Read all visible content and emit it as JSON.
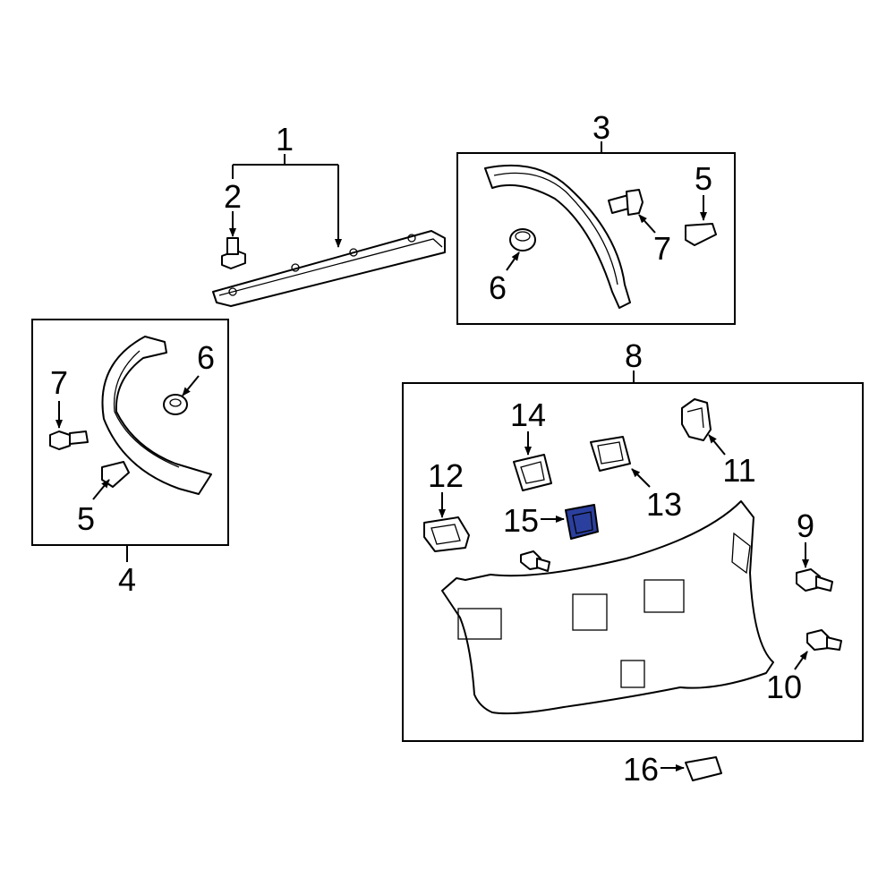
{
  "diagram": {
    "callouts": [
      "1",
      "2",
      "3",
      "4",
      "5",
      "5",
      "6",
      "6",
      "7",
      "7",
      "8",
      "9",
      "10",
      "11",
      "12",
      "13",
      "14",
      "15",
      "16"
    ],
    "highlight_color": "#2b3f9e",
    "highlighted_part": "15"
  }
}
